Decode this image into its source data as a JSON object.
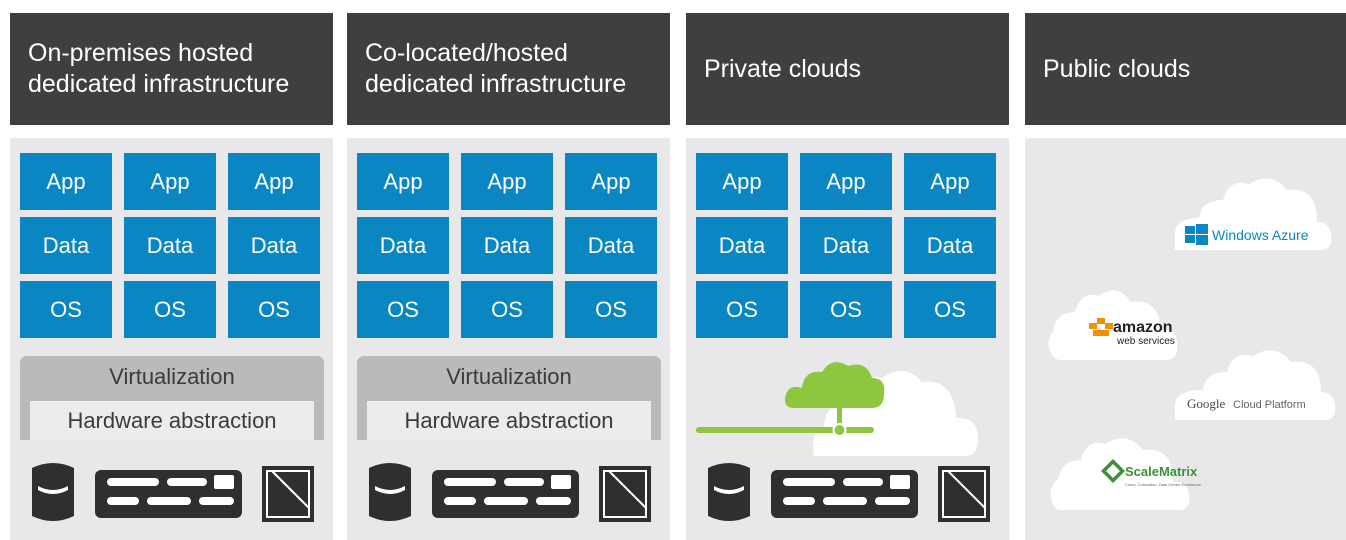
{
  "columns": [
    {
      "title": "On-premises hosted\ndedicated infrastructure",
      "tiles": [
        [
          "App",
          "App",
          "App"
        ],
        [
          "Data",
          "Data",
          "Data"
        ],
        [
          "OS",
          "OS",
          "OS"
        ]
      ],
      "virtualization_label": "Virtualization",
      "hardware_label": "Hardware abstraction"
    },
    {
      "title": "Co-located/hosted\ndedicated infrastructure",
      "tiles": [
        [
          "App",
          "App",
          "App"
        ],
        [
          "Data",
          "Data",
          "Data"
        ],
        [
          "OS",
          "OS",
          "OS"
        ]
      ],
      "virtualization_label": "Virtualization",
      "hardware_label": "Hardware abstraction"
    },
    {
      "title": "Private clouds",
      "tiles": [
        [
          "App",
          "App",
          "App"
        ],
        [
          "Data",
          "Data",
          "Data"
        ],
        [
          "OS",
          "OS",
          "OS"
        ]
      ]
    },
    {
      "title": "Public clouds",
      "providers": {
        "azure": "Windows Azure",
        "aws_line1": "amazon",
        "aws_line2": "web services",
        "google_brand": "Google",
        "google_product": "Cloud Platform",
        "scalematrix": "ScaleMatrix",
        "scalematrix_tagline": "Cloud. Colocation. Data Center Excellence."
      }
    }
  ],
  "colors": {
    "header_bg": "#3f3f3f",
    "panel_bg": "#e8e8ea",
    "tile_blue": "#0a87c2",
    "virtualization_gray": "#b9babc",
    "hardware_bg": "#ececed",
    "icon_dark": "#2f2f2f",
    "cloud_green": "#8dc63f",
    "cloud_white": "#ffffff"
  },
  "icons": [
    "database-icon",
    "server-icon",
    "storage-icon",
    "cloud-icon"
  ]
}
